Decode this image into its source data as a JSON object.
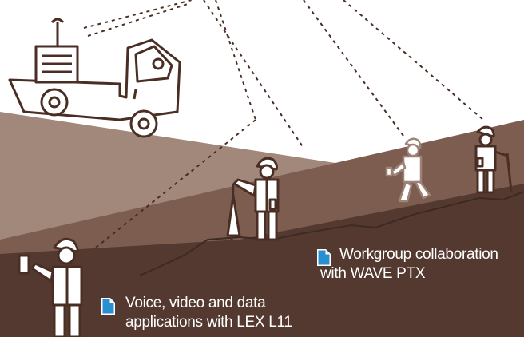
{
  "callouts": {
    "workgroup": {
      "line1": "Workgroup collaboration",
      "line2": "with WAVE PTX",
      "icon": "document-icon"
    },
    "voice": {
      "line1": "Voice, video and data",
      "line2": "applications with LEX L11",
      "icon": "document-icon"
    }
  },
  "colors": {
    "sky": "#ffffff",
    "hill_light": "#a2877b",
    "hill_mid": "#7d5d50",
    "hill_dark": "#53392f",
    "line_art": "#4a2e24",
    "icon_blue": "#2a8fd0",
    "text": "#ffffff"
  }
}
